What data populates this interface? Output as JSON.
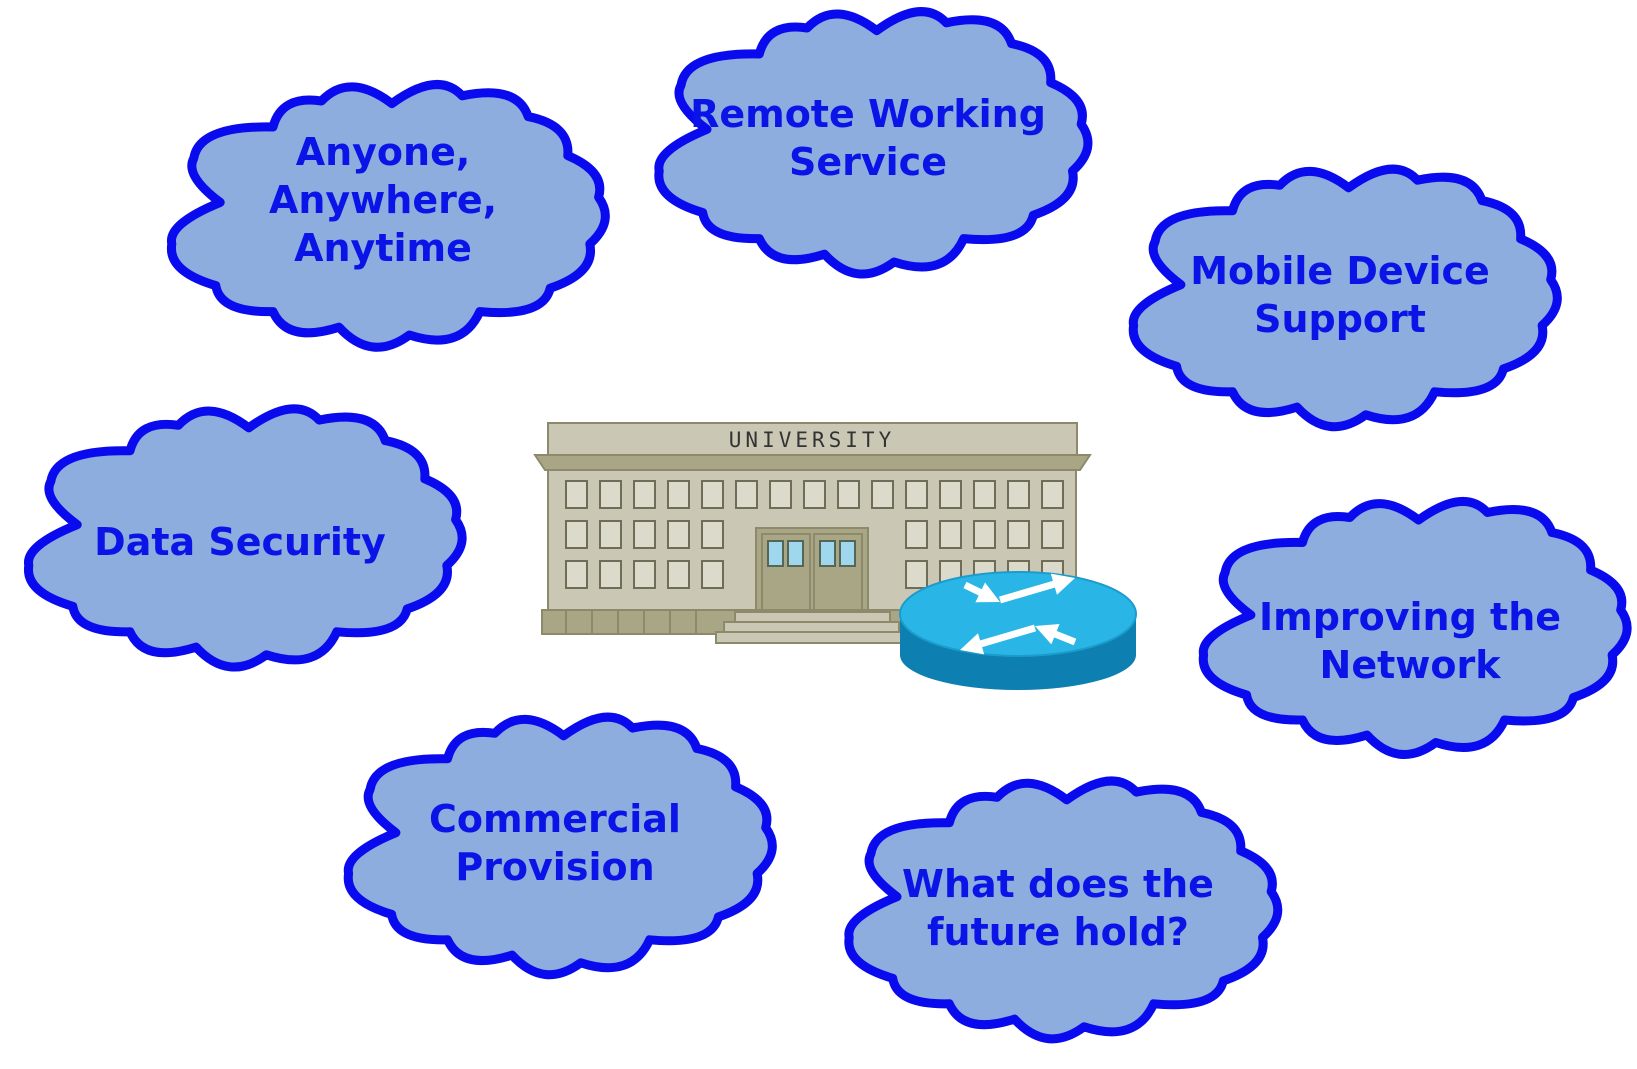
{
  "colors": {
    "cloud_fill": "#8cadde",
    "cloud_stroke": "#0a0aee",
    "cloud_text": "#0a14e6",
    "building_wall": "#cac8b4",
    "building_trim": "#a9a686",
    "building_outline": "#8d8a6c",
    "router_top": "#29b6e6",
    "router_side": "#0d7fb0",
    "router_arrows": "#ffffff"
  },
  "center": {
    "building_icon": "university-building",
    "building_sign": "UNIVERSITY",
    "router_icon": "network-router"
  },
  "clouds": [
    {
      "id": "anyone",
      "lines": [
        "Anyone,",
        "Anywhere,",
        "Anytime"
      ]
    },
    {
      "id": "remote-working",
      "lines": [
        "Remote Working",
        "Service"
      ]
    },
    {
      "id": "mobile-device",
      "lines": [
        "Mobile Device",
        "Support"
      ]
    },
    {
      "id": "data-security",
      "lines": [
        "Data Security"
      ]
    },
    {
      "id": "improving-network",
      "lines": [
        "Improving the",
        "Network"
      ]
    },
    {
      "id": "commercial-provision",
      "lines": [
        "Commercial",
        "Provision"
      ]
    },
    {
      "id": "future",
      "lines": [
        "What does the",
        "future hold?"
      ]
    }
  ]
}
